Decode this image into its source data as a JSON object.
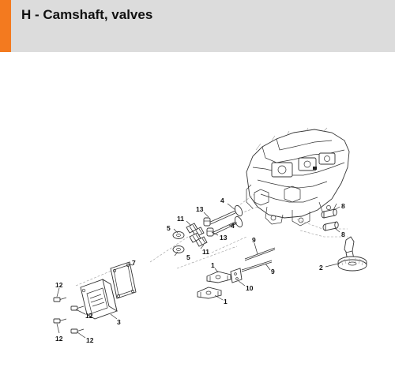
{
  "header": {
    "title": "H - Camshaft, valves"
  },
  "colors": {
    "accent": "#f37a1f",
    "header_bg": "#dcdcdc"
  },
  "callouts": {
    "c13a": "13",
    "c4a": "4",
    "c11a": "11",
    "c5a": "5",
    "c4b": "4",
    "c13b": "13",
    "c5b": "5",
    "c11b": "11",
    "c8a": "8",
    "c8b": "8",
    "c2": "2",
    "c7": "7",
    "c9a": "9",
    "c9b": "9",
    "c1a": "1",
    "c10": "10",
    "c1b": "1",
    "c12a": "12",
    "c3": "3",
    "c12b": "12",
    "c12c": "12",
    "c12d": "12"
  }
}
